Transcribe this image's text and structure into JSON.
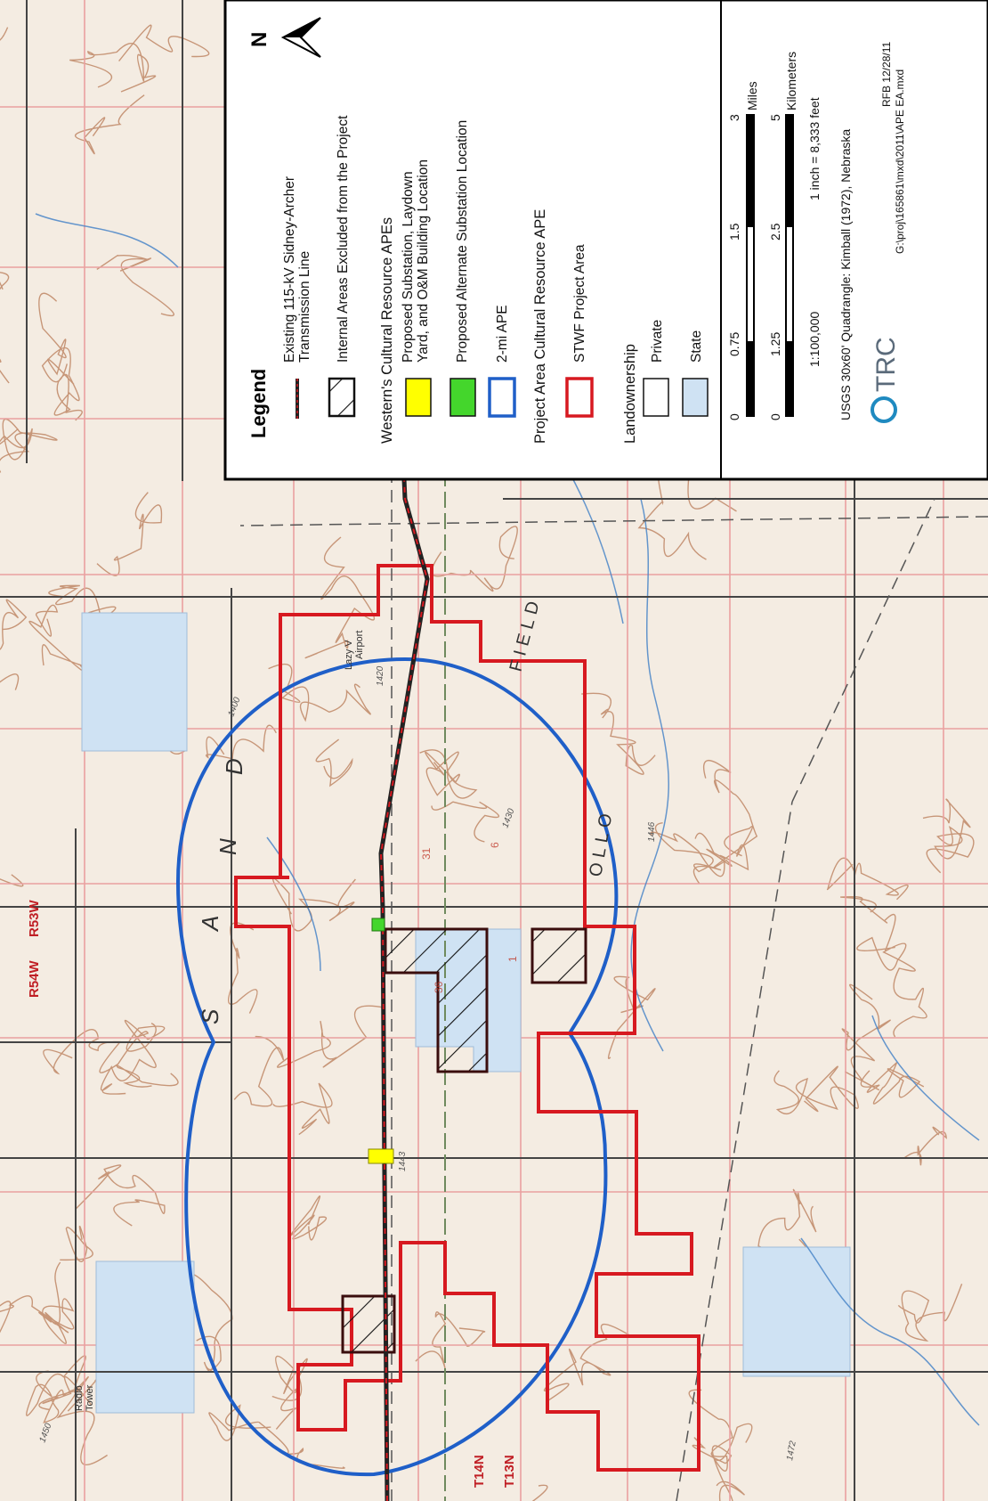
{
  "map": {
    "range_labels": [
      "R54W",
      "R53W"
    ],
    "township_labels": [
      "T14N",
      "T13N"
    ],
    "place_labels": {
      "radio_tower": [
        "Radio",
        "Tower"
      ],
      "airport": [
        "Lazy V",
        "Airport"
      ],
      "sand": [
        "S",
        "A",
        "N",
        "D"
      ],
      "field": "FIELD",
      "ollo": "OLLO"
    },
    "section_numbers": [
      "31",
      "6",
      "36",
      "1"
    ],
    "elevations": [
      "1450",
      "1400",
      "1443",
      "1430",
      "1446",
      "1420",
      "1472"
    ],
    "colors": {
      "base": "#f4ece2",
      "contour": "#b87a55",
      "grid_red": "#e9a0a0",
      "road": "#444444",
      "water": "#4a86c8",
      "project_area": "#d71920",
      "ape_circle": "#1f5fc8",
      "state_land": "#cfe2f3",
      "substation": "#ffff00",
      "alt_substation": "#44d62c"
    }
  },
  "legend": {
    "title": "Legend",
    "items": [
      {
        "symbol": "transmission-line",
        "label": [
          "Existing 115-kV Sidney-Archer",
          "Transmission Line"
        ]
      },
      {
        "symbol": "excluded-hatch",
        "label": [
          "Internal Areas Excluded from the Project"
        ]
      },
      {
        "symbol": "heading",
        "label": [
          "Western's Cultural Resource APEs"
        ]
      },
      {
        "symbol": "yellow-box",
        "label": [
          "Proposed Substation, Laydown",
          "Yard, and O&M Building Location"
        ]
      },
      {
        "symbol": "green-box",
        "label": [
          "Proposed Alternate Substation Location"
        ]
      },
      {
        "symbol": "blue-outline",
        "label": [
          "2-mi APE"
        ]
      },
      {
        "symbol": "heading",
        "label": [
          "Project Area Cultural Resource APE"
        ]
      },
      {
        "symbol": "red-outline",
        "label": [
          "STWF Project Area"
        ]
      },
      {
        "symbol": "heading",
        "label": [
          "Landownership"
        ]
      },
      {
        "symbol": "white-box",
        "label": [
          "Private"
        ]
      },
      {
        "symbol": "lightblue-box",
        "label": [
          "State"
        ]
      }
    ],
    "north": "N"
  },
  "scale": {
    "miles": [
      "0",
      "0.75",
      "1.5",
      "3"
    ],
    "miles_unit": "Miles",
    "km": [
      "0",
      "1.25",
      "2.5",
      "5"
    ],
    "km_unit": "Kilometers",
    "ratio": "1:100,000",
    "inch_equiv": "1 inch = 8,333 feet",
    "quadrangle": "USGS 30x60' Quadrangle: Kimball (1972),  Nebraska",
    "logo_text": "TRC",
    "credit_date": "RFB 12/28/11",
    "file_path": "G:\\proj\\165861\\mxd\\2011\\APE EA.mxd"
  }
}
